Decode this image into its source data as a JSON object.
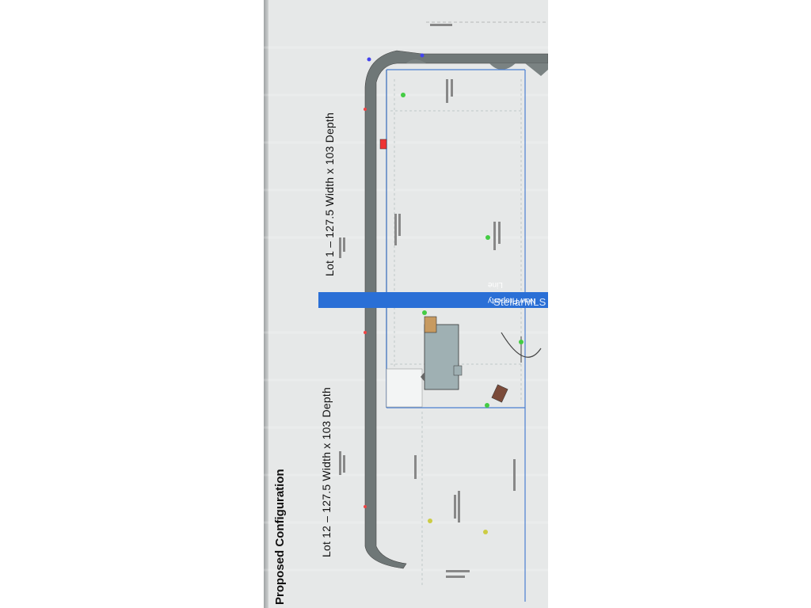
{
  "document": {
    "heading": "Proposed Configuration",
    "lot_labels": {
      "lot12": "Lot 12 – 127.5 Width x 103 Depth",
      "lot1": "Lot 1 – 127.5 Width x 103 Depth"
    },
    "property_line_label": "New Property Line",
    "watermark": "StellarMLS"
  },
  "colors": {
    "property_line_band": "#2a6fd6",
    "boundary_lines": "#4a7fd0",
    "road": "#6f7777",
    "building": "#9fb0b3",
    "background": "#e6e8e8"
  }
}
